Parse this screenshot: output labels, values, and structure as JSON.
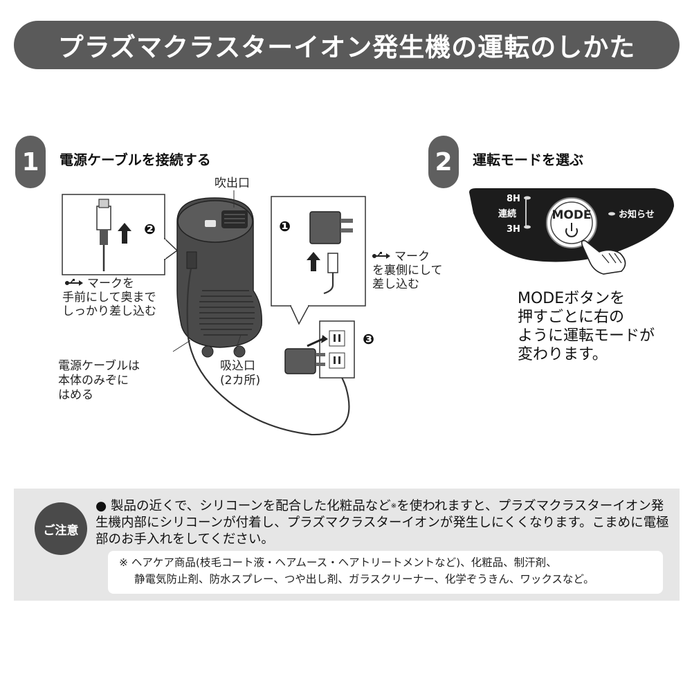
{
  "title": "プラズマクラスターイオン発生機の運転のしかた",
  "step1": {
    "number": "1",
    "title": "電源ケーブルを接続する",
    "outlet_label": "吹出口",
    "inset_left_text": [
      "マークを",
      "手前にして奥まで",
      "しっかり差し込む"
    ],
    "inset_right_text": [
      "マーク",
      "を裏側にして",
      "差し込む"
    ],
    "groove_text": [
      "電源ケーブルは",
      "本体のみぞに",
      "はめる"
    ],
    "inlet_text": [
      "吸込口",
      "(2カ所)"
    ],
    "markers": [
      "❶",
      "❷",
      "❸"
    ]
  },
  "step2": {
    "number": "2",
    "title": "運転モードを選ぶ",
    "panel": {
      "label_8h": "8H",
      "label_continuous": "連続",
      "label_3h": "3H",
      "button_label": "MODE",
      "notice_label": "お知らせ"
    },
    "description": [
      "MODEボタンを",
      "押すごとに右の",
      "ように運転モードが",
      "変わります。"
    ]
  },
  "notice": {
    "badge": "ご注意",
    "bullet": "●",
    "text_part1": "製品の近くで、シリコーンを配合した化粧品など",
    "text_mark": "※",
    "text_part2": "を使われますと、プラズマクラスターイオン発生機内部にシリコーンが付着し、プラズマクラスターイオンが発生しにくくなります。こまめに電極部のお手入れをしてください。",
    "footnote_line1": "※ ヘアケア商品(枝毛コート液・ヘアムース・ヘアトリートメントなど)、化粧品、制汗剤、",
    "footnote_line2": "静電気防止剤、防水スプレー、つや出し剤、ガラスクリーナー、化学ぞうきん、ワックスなど。"
  }
}
